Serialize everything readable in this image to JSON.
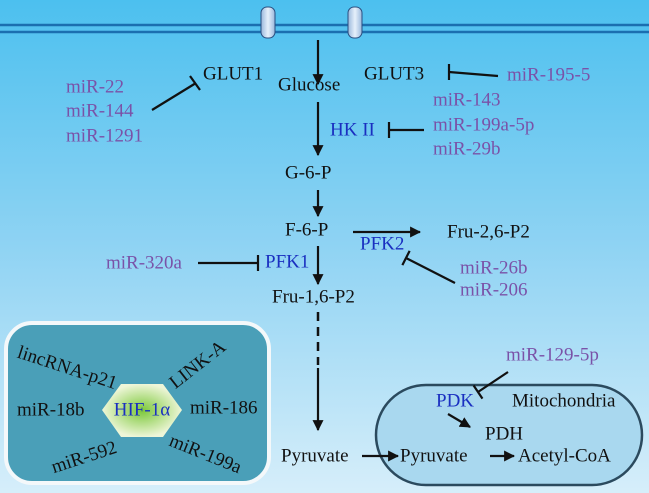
{
  "pathway": {
    "transporters": [
      "GLUT1",
      "GLUT3"
    ],
    "metabolites": [
      "Glucose",
      "G-6-P",
      "F-6-P",
      "Fru-2,6-P2",
      "Fru-1,6-P2",
      "Pyruvate",
      "Pyruvate",
      "Acetyl-CoA"
    ],
    "enzymes": {
      "hk": "HK II",
      "pfk1": "PFK1",
      "pfk2": "PFK2",
      "pdk": "PDK",
      "pdh": "PDH"
    },
    "compartment": "Mitochondria"
  },
  "mirnas": {
    "glut1": [
      "miR-22",
      "miR-144",
      "miR-1291"
    ],
    "glut3": [
      "miR-195-5"
    ],
    "hk": [
      "miR-143",
      "miR-199a-5p",
      "miR-29b"
    ],
    "pfk1": [
      "miR-320a"
    ],
    "pfk2": [
      "miR-26b",
      "miR-206"
    ],
    "pdk": [
      "miR-129-5p"
    ]
  },
  "hif_box": {
    "center": "HIF-1α",
    "regulators": [
      "lincRNA-p21",
      "LINK-A",
      "miR-18b",
      "miR-186",
      "miR-592",
      "miR-199a"
    ]
  },
  "colors": {
    "mirna": "#7a52a8",
    "enzyme": "#1a2fc0",
    "hif_box": "#4a9fb8",
    "mito": "#a8d8ef"
  }
}
